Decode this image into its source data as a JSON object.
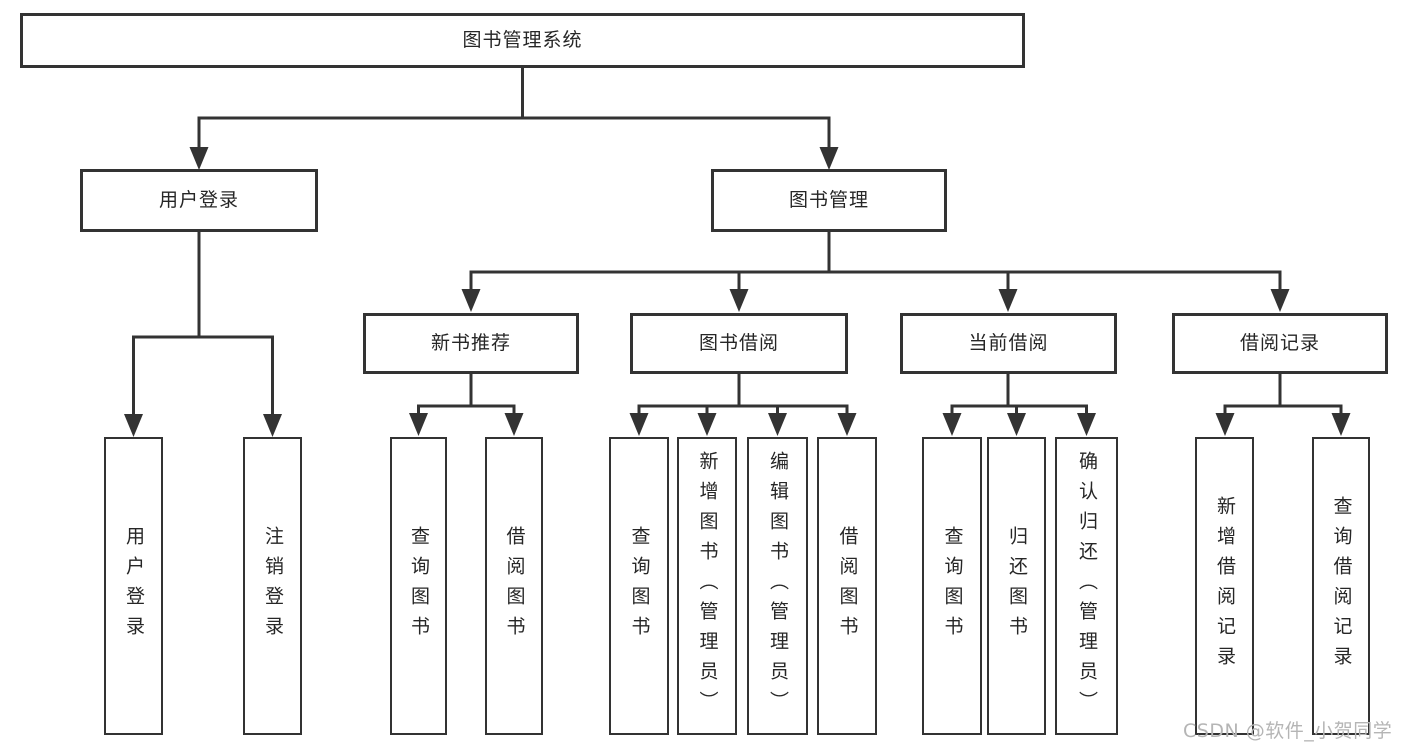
{
  "tree": {
    "label": "图书管理系统",
    "children": [
      {
        "label": "用户登录",
        "children": [
          {
            "label": "用户登录"
          },
          {
            "label": "注销登录"
          }
        ]
      },
      {
        "label": "图书管理",
        "children": [
          {
            "label": "新书推荐",
            "children": [
              {
                "label": "查询图书"
              },
              {
                "label": "借阅图书"
              }
            ]
          },
          {
            "label": "图书借阅",
            "children": [
              {
                "label": "查询图书"
              },
              {
                "label": "新增图书（管理员）"
              },
              {
                "label": "编辑图书（管理员）"
              },
              {
                "label": "借阅图书"
              }
            ]
          },
          {
            "label": "当前借阅",
            "children": [
              {
                "label": "查询图书"
              },
              {
                "label": "归还图书"
              },
              {
                "label": "确认归还（管理员）"
              }
            ]
          },
          {
            "label": "借阅记录",
            "children": [
              {
                "label": "新增借阅记录"
              },
              {
                "label": "查询借阅记录"
              }
            ]
          }
        ]
      }
    ]
  },
  "watermark": {
    "text": "CSDN @软件_小贺同学"
  },
  "colors": {
    "line": "#333333",
    "box_border": "#333333",
    "box_fill": "#ffffff",
    "text": "#262626",
    "watermark": "#b5b5b5"
  }
}
